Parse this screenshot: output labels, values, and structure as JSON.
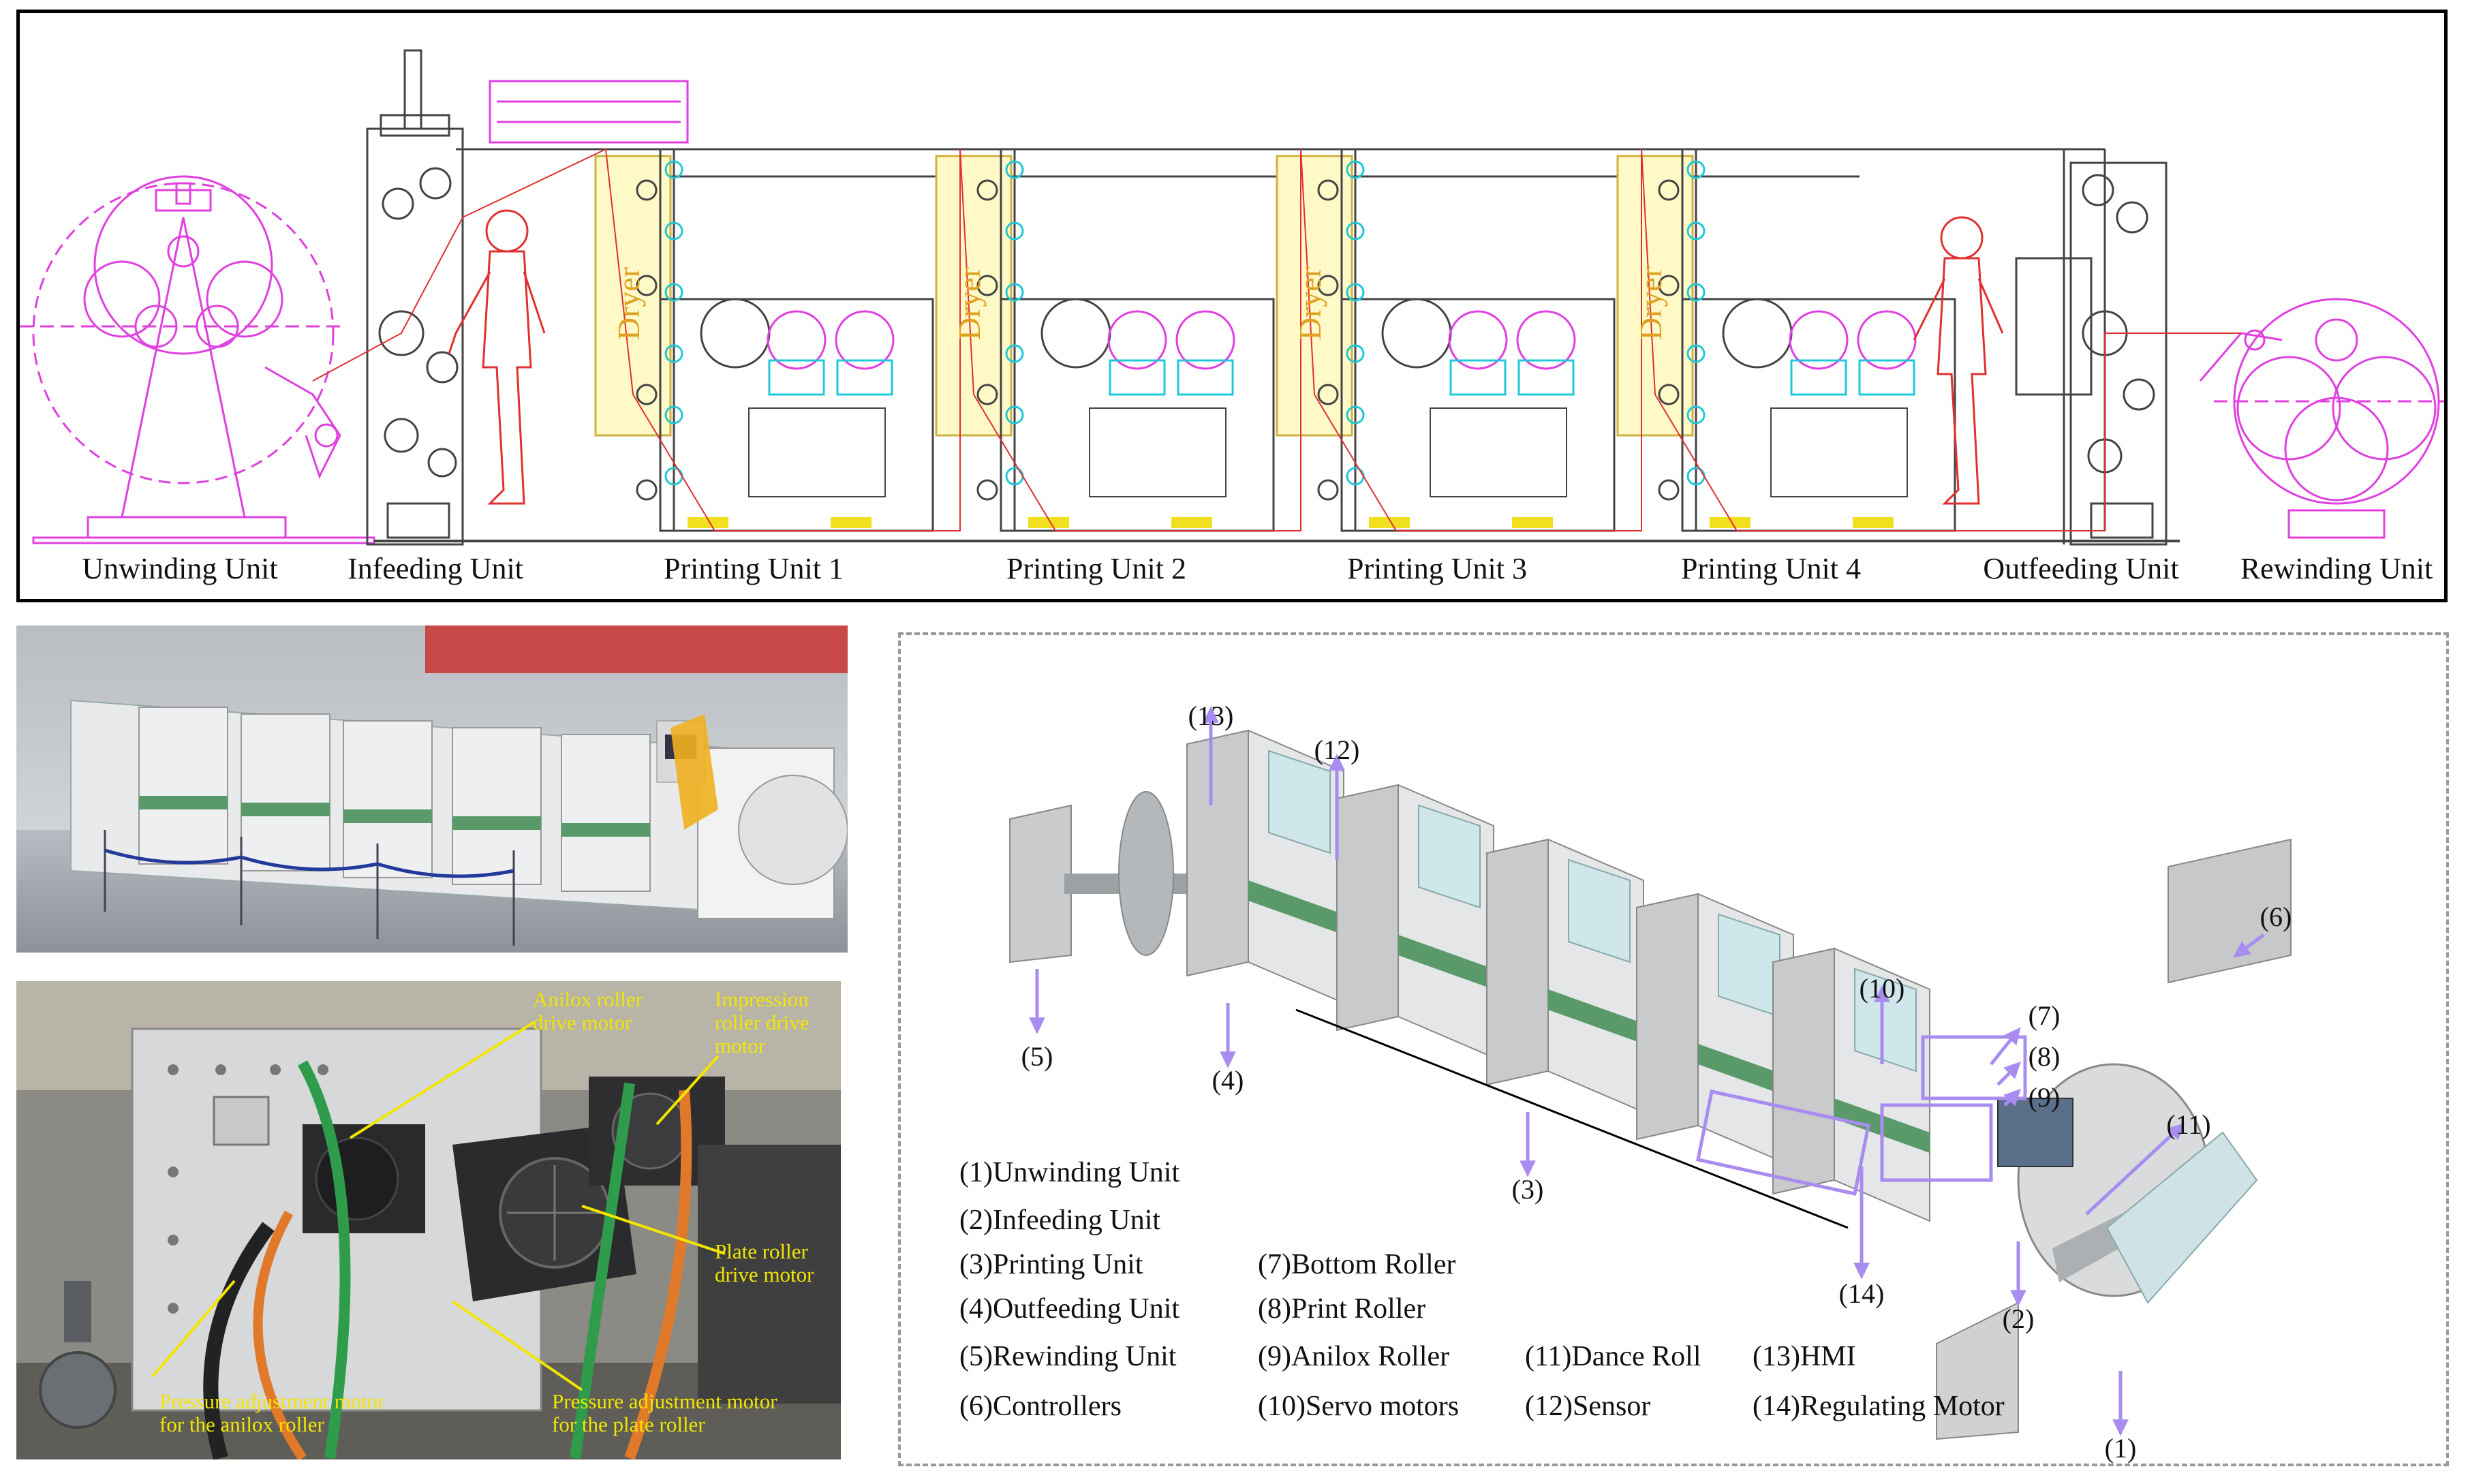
{
  "top_diagram": {
    "units": [
      {
        "label": "Unwinding Unit"
      },
      {
        "label": "Infeeding Unit"
      },
      {
        "label": "Printing Unit 1"
      },
      {
        "label": "Printing Unit 2"
      },
      {
        "label": "Printing Unit 3"
      },
      {
        "label": "Printing Unit 4"
      },
      {
        "label": "Outfeeding Unit"
      },
      {
        "label": "Rewinding Unit"
      }
    ],
    "dryer_label": "Dryer"
  },
  "motor_photo": {
    "labels": {
      "anilox_drive": [
        "Anilox roller",
        "drive motor"
      ],
      "impression_drive": [
        "Impression",
        "roller drive",
        "motor"
      ],
      "plate_drive": [
        "Plate roller",
        "drive motor"
      ],
      "pressure_anilox": [
        "Pressure adjustment motor",
        "for the anilox roller"
      ],
      "pressure_plate": [
        "Pressure adjustment motor",
        "for the plate roller"
      ]
    }
  },
  "model_3d": {
    "callouts": [
      "(1)",
      "(2)",
      "(3)",
      "(4)",
      "(5)",
      "(6)",
      "(7)",
      "(8)",
      "(9)",
      "(10)",
      "(11)",
      "(12)",
      "(13)",
      "(14)"
    ],
    "legend": [
      "(1)Unwinding Unit",
      "(2)Infeeding Unit",
      "(3)Printing Unit",
      "(4)Outfeeding Unit",
      "(5)Rewinding Unit",
      "(6)Controllers",
      "(7)Bottom Roller",
      "(8)Print Roller",
      "(9)Anilox Roller",
      "(10)Servo motors",
      "(11)Dance Roll",
      "(12)Sensor",
      "(13)HMI",
      "(14)Regulating Motor"
    ],
    "arrow_color": "#a98cf0"
  },
  "colors": {
    "magenta": "#e040e0",
    "red_path": "#e03030",
    "cyan": "#20c8d8",
    "dryer": "#e0a020",
    "green_stripe": "#5a9a6a",
    "photo_label": "#f2e600"
  }
}
